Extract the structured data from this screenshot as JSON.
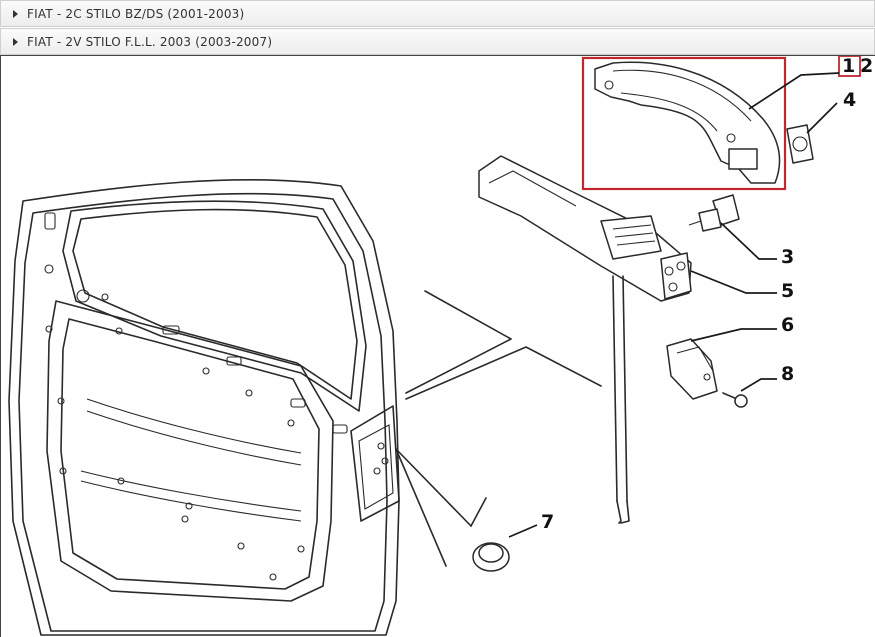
{
  "accordion": [
    {
      "label": "FIAT - 2C STILO BZ/DS (2001-2003)"
    },
    {
      "label": "FIAT - 2V STILO F.L.L. 2003 (2003-2007)"
    }
  ],
  "diagram": {
    "callouts": {
      "c1": "1",
      "c2": "2",
      "c3": "3",
      "c4": "4",
      "c5": "5",
      "c6": "6",
      "c7": "7",
      "c8": "8"
    },
    "highlight_color": "#c0272d"
  }
}
